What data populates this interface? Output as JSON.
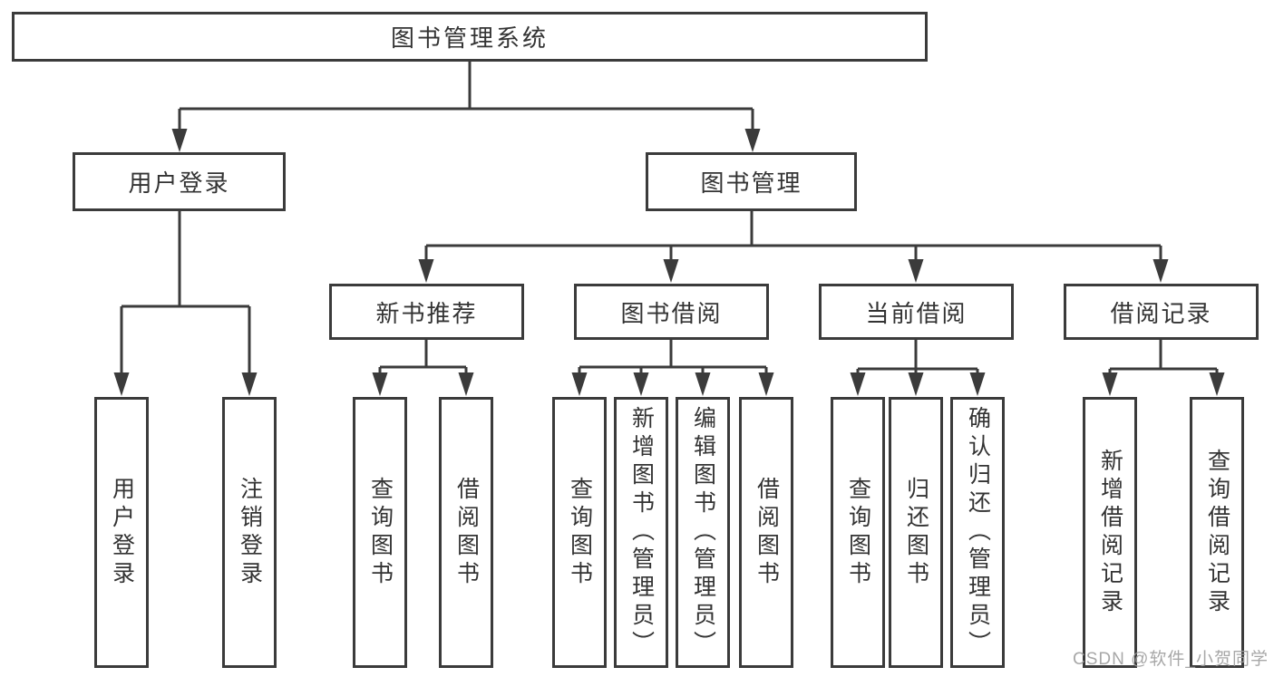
{
  "diagram": {
    "root": {
      "label": "图书管理系统"
    },
    "branches": [
      {
        "label": "用户登录",
        "children": [
          {
            "label": "用户登录"
          },
          {
            "label": "注销登录"
          }
        ]
      },
      {
        "label": "图书管理",
        "children": [
          {
            "label": "新书推荐",
            "children": [
              {
                "label": "查询图书"
              },
              {
                "label": "借阅图书"
              }
            ]
          },
          {
            "label": "图书借阅",
            "children": [
              {
                "label": "查询图书"
              },
              {
                "label": "新增图书（管理员）"
              },
              {
                "label": "编辑图书（管理员）"
              },
              {
                "label": "借阅图书"
              }
            ]
          },
          {
            "label": "当前借阅",
            "children": [
              {
                "label": "查询图书"
              },
              {
                "label": "归还图书"
              },
              {
                "label": "确认归还（管理员）"
              }
            ]
          },
          {
            "label": "借阅记录",
            "children": [
              {
                "label": "新增借阅记录"
              },
              {
                "label": "查询借阅记录"
              }
            ]
          }
        ]
      }
    ]
  },
  "watermark": {
    "text": "CSDN @软件_小贺同学",
    "color": "#9e9e9e"
  },
  "colors": {
    "line": "#3b3b3b",
    "text": "#333333",
    "background": "#ffffff"
  }
}
